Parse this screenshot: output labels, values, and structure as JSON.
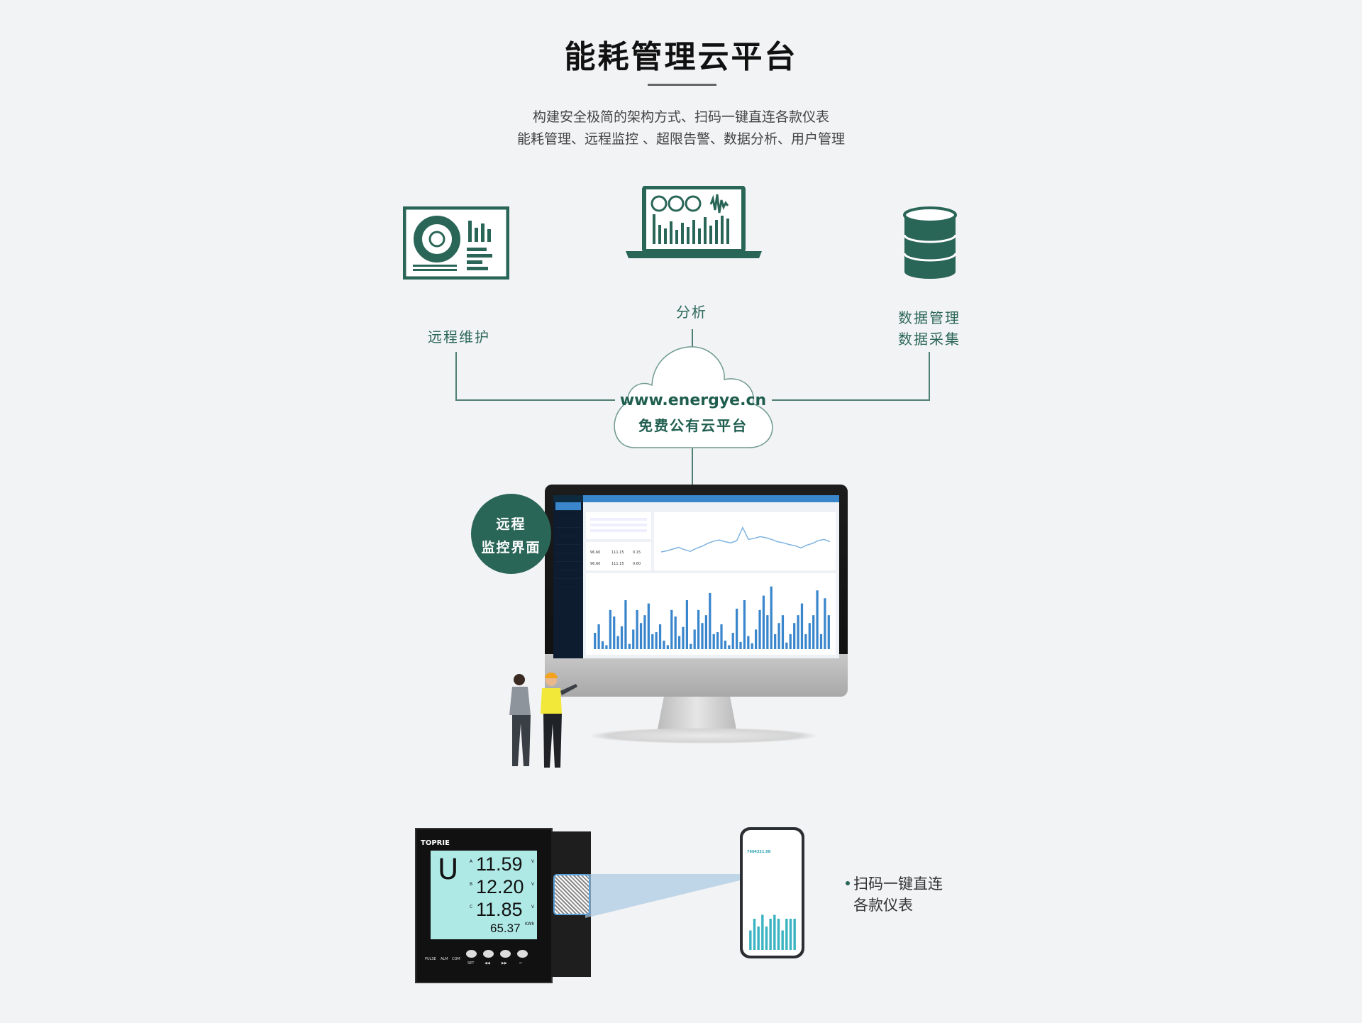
{
  "header": {
    "title": "能耗管理云平台",
    "subtitle_line1": "构建安全极简的架构方式、扫码一键直连各款仪表",
    "subtitle_line2": "能耗管理、远程监控 、超限告警、数据分析、用户管理"
  },
  "features": [
    {
      "label": "远程维护",
      "icon": "dashboard-monitor-icon"
    },
    {
      "label": "分析",
      "icon": "laptop-analytics-icon"
    },
    {
      "label_line1": "数据管理",
      "label_line2": "数据采集",
      "icon": "database-icon"
    }
  ],
  "cloud": {
    "url": "www.energye.cn",
    "caption": "免费公有云平台"
  },
  "badge": {
    "line1": "远程",
    "line2": "监控界面"
  },
  "colors": {
    "brand_green": "#2a6657",
    "background": "#f2f3f5",
    "screen_blue": "#3a86cc",
    "phone_teal": "#3ab3c3"
  },
  "screen": {
    "stats": [
      "96.60",
      "111.15",
      "0.15",
      "96.60",
      "111.15",
      "0.60"
    ],
    "line_values": [
      2,
      2.2,
      2.5,
      2.8,
      2.4,
      2.1,
      2.6,
      3,
      3.5,
      3.9,
      4.1,
      3.8,
      3.6,
      4,
      6.3,
      4.2,
      4.4,
      4.7,
      4.5,
      4.2,
      3.8,
      3.6,
      3.3,
      3.1,
      2.7,
      3.2,
      3.5,
      4,
      4.2,
      3.8
    ],
    "bar_values": [
      2.5,
      3.8,
      1.2,
      0.6,
      6,
      5,
      2,
      3.5,
      7.5,
      0.8,
      3,
      6,
      4,
      5.2,
      7,
      2.3,
      2.6,
      3.8,
      1.3,
      0.6,
      6,
      5,
      2,
      3.4,
      7.5,
      0.8,
      3,
      6,
      4,
      5.2,
      8.6,
      2.3,
      2.6,
      3.8,
      1.3,
      0.6,
      2.5,
      6.2,
      1.1,
      7.5,
      2,
      0.9,
      3,
      6,
      8.2,
      5.2,
      9.6,
      2.3,
      4,
      5.2,
      1,
      2.3,
      4,
      5.2,
      7,
      2.3,
      4,
      5.2,
      9,
      2.3,
      7.8,
      5.2
    ]
  },
  "meter": {
    "brand": "TOPRIE",
    "symbol": "U",
    "phases": [
      {
        "phase": "A",
        "value": "11.59",
        "unit": "V"
      },
      {
        "phase": "B",
        "value": "12.20",
        "unit": "V"
      },
      {
        "phase": "C",
        "value": "11.85",
        "unit": "V"
      }
    ],
    "energy": "65.37",
    "energy_unit": "KWh",
    "leds": [
      "PULSE",
      "ALM",
      "COM"
    ],
    "buttons": [
      "SET",
      "◀◀",
      "▶▶",
      "↩"
    ]
  },
  "phone": {
    "total": "7604321.08",
    "bar_values": [
      5,
      8,
      6,
      9,
      6,
      8,
      9,
      8,
      5,
      8,
      8,
      8
    ]
  },
  "scan_feature": {
    "line1": "扫码一键直连",
    "line2": "各款仪表"
  }
}
